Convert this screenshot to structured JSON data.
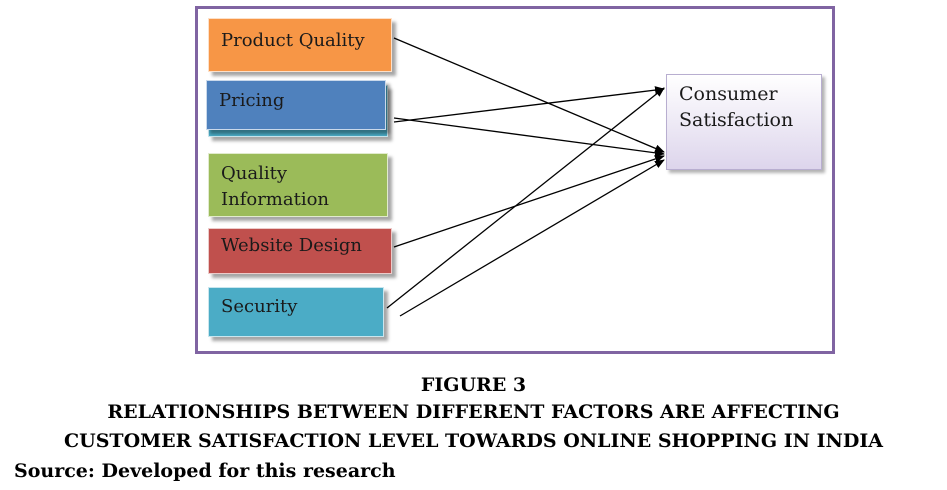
{
  "diagram": {
    "factors": {
      "product_quality": "Product Quality",
      "pricing": "Pricing",
      "quality_information_line1": "Quality",
      "quality_information_line2": "Information",
      "website_design": "Website Design",
      "security": "Security"
    },
    "outcome": {
      "line1": "Consumer",
      "line2": "Satisfaction"
    },
    "colors": {
      "frame": "#8064a2",
      "product_quality": "#f79646",
      "pricing": "#4f81bd",
      "quality_information": "#9bbb59",
      "website_design": "#c0504d",
      "security": "#4bacc6",
      "arrow": "#000000"
    }
  },
  "caption": {
    "figure": "FIGURE 3",
    "line1": "RELATIONSHIPS BETWEEN DIFFERENT FACTORS ARE AFFECTING",
    "line2": "CUSTOMER SATISFACTION LEVEL TOWARDS ONLINE SHOPPING IN INDIA"
  },
  "source": "Source: Developed for this research"
}
